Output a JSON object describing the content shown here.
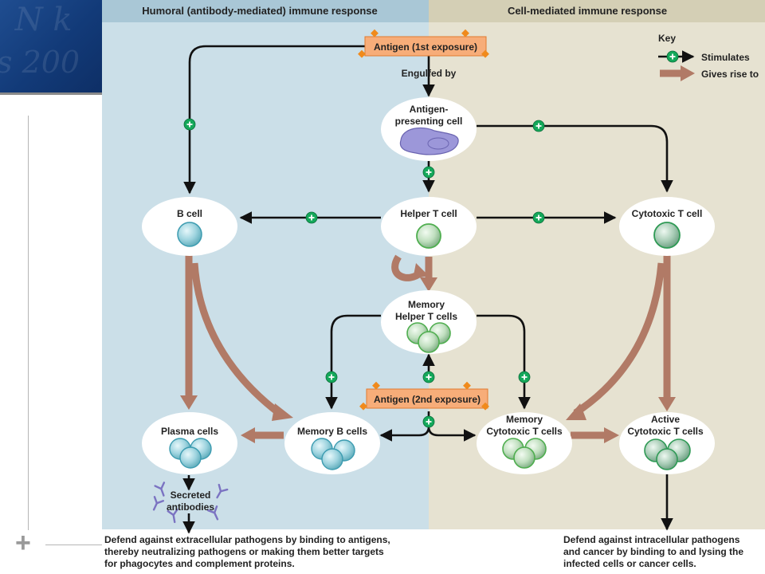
{
  "panels": {
    "left_title": "Humoral (antibody-mediated) immune response",
    "right_title": "Cell-mediated immune response"
  },
  "colors": {
    "left_bg": "#cbdfe8",
    "right_bg": "#e6e2d1",
    "left_header": "#a9c7d6",
    "right_header": "#d4cfb5",
    "antigen_box": "#f7ad79",
    "antigen_marker": "#f08a1c",
    "stimulate_sign": "#14a85a",
    "gives_rise_arrow": "#b17a66"
  },
  "key": {
    "title": "Key",
    "stimulates": "Stimulates",
    "gives_rise": "Gives rise to"
  },
  "antigen1": "Antigen (1st exposure)",
  "antigen2": "Antigen (2nd exposure)",
  "engulfed": "Engulfed by",
  "nodes": {
    "apc": [
      "Antigen-",
      "presenting cell"
    ],
    "bcell": "B cell",
    "helper": "Helper T cell",
    "cytotoxic": "Cytotoxic T cell",
    "mem_helper": [
      "Memory",
      "Helper T cells"
    ],
    "plasma": "Plasma cells",
    "mem_b": "Memory B cells",
    "mem_cyto": [
      "Memory",
      "Cytotoxic T cells"
    ],
    "active_cyto": [
      "Active",
      "Cytotoxic T cells"
    ]
  },
  "secreted": [
    "Secreted",
    "antibodies"
  ],
  "outcomes": {
    "humoral": [
      "Defend against extracellular pathogens by binding to antigens,",
      "thereby neutralizing pathogens or making them better targets",
      "for phagocytes and complement proteins."
    ],
    "cell": [
      "Defend against intracellular pathogens",
      "and cancer by binding to and lysing the",
      "infected cells or cancer cells."
    ]
  }
}
